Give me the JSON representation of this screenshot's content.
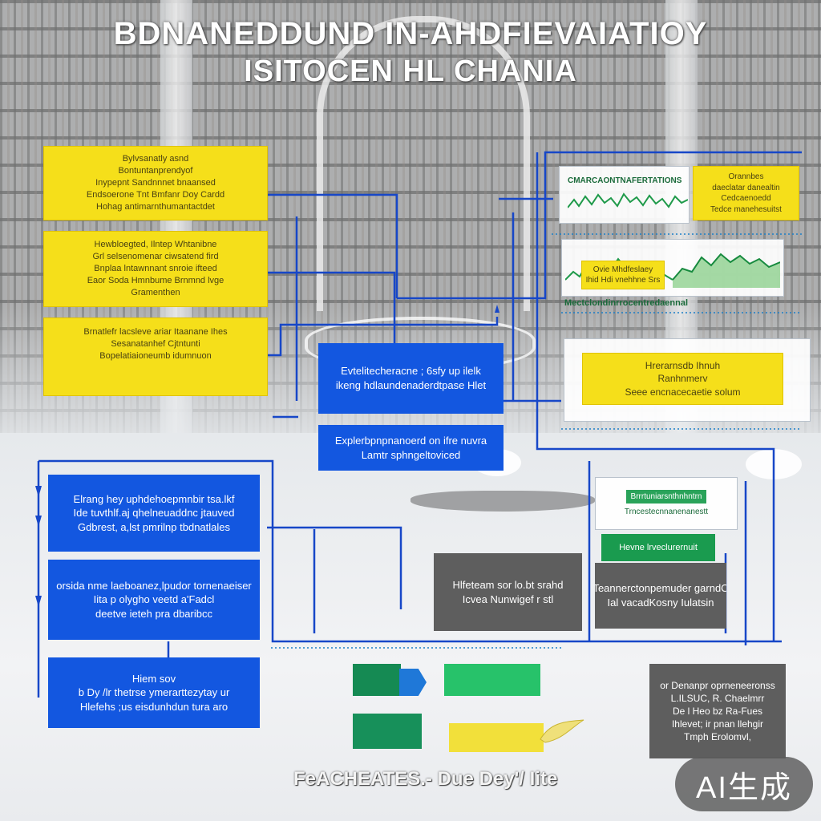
{
  "title": {
    "line1": "BDNANEDDUND IN-AHDFIEVAIATIOY",
    "line2": "ISITOCEN    HL CHANIA"
  },
  "left_yellow": [
    {
      "lines": [
        "Bylvsanatly asnd",
        "Bontuntanprendyof",
        "Inypepnt Sandnnnet bnaansed",
        "Endsoerone Tnt Bmfanr Doy Cardd",
        "Hohag antimarnthumantactdet"
      ]
    },
    {
      "lines": [
        "Hewbloegted, Ilntep  Whtanibne",
        "Grl selsenomenar ciwsatend fird",
        "Bnplaa lntawnnant snroie  ifteed",
        "Eaor Soda Hmnbume Brnmnd lvge",
        "Gramenthen"
      ]
    },
    {
      "lines": [
        "Brnatlefr lacsleve ariar Itaanane   Ihes",
        "Sesanatanhef Cjtntunti",
        "Bopelatiaioneumb idumnuon"
      ]
    }
  ],
  "center_blue": [
    {
      "lines": [
        "Evtelitecheracne ; 6sfy  up ilelk",
        "ikeng  hdlaundenaderdtpase  Hlet"
      ]
    },
    {
      "lines": [
        "Explerbpnpnanoerd   on  ifre nuvra",
        "Lamtr sphngeltoviced"
      ]
    }
  ],
  "left_blue": [
    {
      "lines": [
        "Elrang  hey  uphdehoepmnbir  tsa.lkf",
        "Ide  tuvthlf.aj  qhelneuaddnc  jtauved",
        "Gdbrest, a,lst  pmrilnp  tbdnatlales"
      ]
    },
    {
      "lines": [
        "orsida  nme  laeboanez,lpudor  tornenaeiser",
        "Iita  p  olygho  veetd  a'Fadcl",
        "deetve  ieteh  pra  dbaribcc"
      ]
    },
    {
      "lines": [
        "Hiem  sov",
        "b  Dy  /lr  thetrse ymerarttezytay ur",
        "Hlefehs  ;us  eisdunhdun  tura  aro"
      ]
    }
  ],
  "right_top_chart": {
    "heading": "CMARCAONTNAFERTATIONS",
    "note_lines": [
      "Orannbes",
      "daeclatar danealtin",
      "Cedcaenoedd",
      "Tedce manehesuitst"
    ]
  },
  "right_mid_chart": {
    "tag_lines": [
      "Ovie Mhdfeslaey",
      "Ihid  Hdi  vnehhne  Srs"
    ],
    "footer": "Mectclondinrrocentredaennal"
  },
  "right_yellow": {
    "lines": [
      "Hrerarnsdb  Ihnuh",
      "Ranhnmerv",
      "Seee  encnacecaetie solum"
    ]
  },
  "right_green_card": {
    "lines": [
      "Brrrtuniarsnthnhntrn",
      "Trncestecnnanenanestt"
    ]
  },
  "right_green_bar": {
    "label": "Hevne lrveclurernuit"
  },
  "gray_center": {
    "lines": [
      "Hlfeteam  sor  lo.bt  srahd",
      "Icvea  Nunwigef  r  stl"
    ]
  },
  "gray_right": {
    "lines": [
      "Teannerctonpemuder  garndC",
      "Ial  vacadKosny  Iulatsin"
    ]
  },
  "gray_bottom": {
    "lines": [
      "or  Denanpr  oprneneeronss",
      "L.ILSUC,  R.  Chaelmrr",
      "De  l  Heo  bz  Ra-Fues",
      "Ihlevet;  ir  pnan  llehgir",
      "Tmph  Erolomvl,"
    ]
  },
  "footer": "FeACHEATES.-  Due  Dey'/  Iite",
  "badge": "AI生成",
  "colors": {
    "yellow": "#f5df1a",
    "blue": "#1357e0",
    "green": "#1a9b4f",
    "gray": "#5e5e5e",
    "line": "#1747c8"
  }
}
